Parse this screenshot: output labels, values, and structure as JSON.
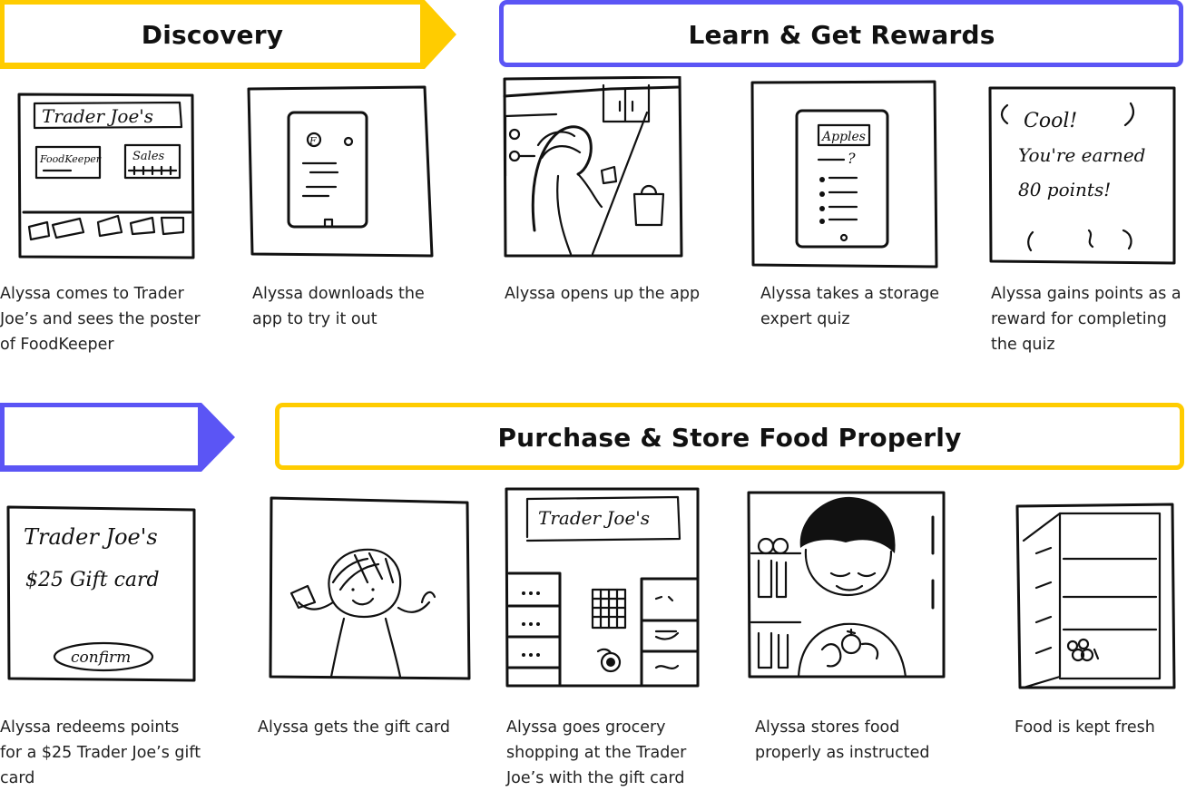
{
  "colors": {
    "yellow": "#FFCC00",
    "purple": "#5B55F5",
    "ink": "#111111"
  },
  "stages": [
    {
      "title": "Discovery",
      "color": "#FFCC00"
    },
    {
      "title": "Learn & Get Rewards",
      "color": "#5B55F5"
    },
    {
      "title": "",
      "color": "#5B55F5"
    },
    {
      "title": "Purchase & Store Food Properly",
      "color": "#FFCC00"
    }
  ],
  "panels": [
    {
      "caption": "Alyssa comes to Trader Joe’s and sees the poster of FoodKeeper",
      "texts": [
        "Trader Joe's",
        "FoodKeeper",
        "Sales"
      ]
    },
    {
      "caption": "Alyssa downloads the app to try it out",
      "texts": [
        "F"
      ]
    },
    {
      "caption": "Alyssa opens up the app",
      "texts": []
    },
    {
      "caption": "Alyssa takes a storage expert quiz",
      "texts": [
        "Apples",
        "?"
      ]
    },
    {
      "caption": "Alyssa gains points as a reward for completing the quiz",
      "texts": [
        "Cool!",
        "You're earned",
        "80 points!"
      ]
    },
    {
      "caption": "Alyssa redeems points for a $25 Trader Joe’s gift card",
      "texts": [
        "Trader Joe's",
        "$25 Gift card",
        "confirm"
      ]
    },
    {
      "caption": "Alyssa gets the gift card",
      "texts": []
    },
    {
      "caption": "Alyssa goes grocery shopping at the Trader Joe’s with the gift card",
      "texts": [
        "Trader Joe's"
      ]
    },
    {
      "caption": "Alyssa stores food properly as instructed",
      "texts": []
    },
    {
      "caption": "Food is kept fresh",
      "texts": []
    }
  ]
}
